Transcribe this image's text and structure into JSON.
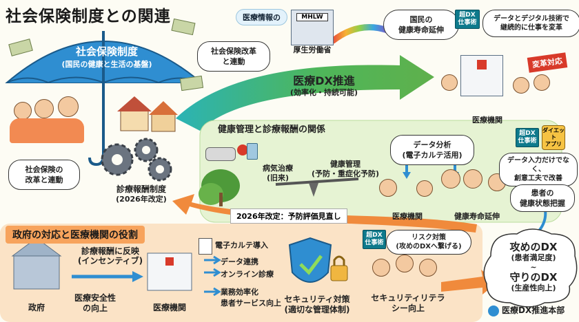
{
  "title": "社会保険制度との関連",
  "umbrella": {
    "title": "社会保険制度",
    "subtitle": "(国民の健康と生活の基盤)"
  },
  "cloud_reform_top": [
    "社会保険改革",
    "と連動"
  ],
  "cloud_reform_left": [
    "社会保険の",
    "改革と連動"
  ],
  "gears": {
    "title": "診療報酬制度",
    "subtitle": "(2026年改定)"
  },
  "mhlw": {
    "badge_label": "医療情報の",
    "sign": "MHLW",
    "name": "厚生労働省"
  },
  "health_top": [
    "国民の",
    "健康寿命延伸"
  ],
  "book_top": {
    "cover": [
      "超DX",
      "仕事術"
    ],
    "note": [
      "データとデジタル技術で",
      "継続的に仕事を変革"
    ]
  },
  "flag": "変革対応",
  "hospital_top": "医療機関",
  "big_arrow": {
    "title": "医療DX推進",
    "subtitle": "(効率化・持続可能)"
  },
  "middle": {
    "header": "健康管理と診療報酬の関係",
    "illness": [
      "病気治療",
      "(旧来)"
    ],
    "health_mgmt": [
      "健康管理",
      "(予防・重症化予防)"
    ],
    "revision": "2026年改定：予防評価見直し",
    "analysis": [
      "データ分析",
      "(電子カルテ活用)"
    ],
    "hospital": "医療機関",
    "longevity": "健康寿命延伸"
  },
  "book_right": {
    "cover": [
      "超DX",
      "仕事術"
    ],
    "app": [
      "ダイエット",
      "アプリ"
    ],
    "note": [
      "データ入力だけでなく、",
      "創意工夫で改善"
    ]
  },
  "patient_note": [
    "患者の",
    "健康状態把握"
  ],
  "bottom": {
    "header": "政府の対応と医療機関の役割",
    "incentive": [
      "診療報酬に反映",
      "(インセンティブ)"
    ],
    "government": "政府",
    "safety": [
      "医療安全性",
      "の向上"
    ],
    "hospital": "医療機関",
    "items": [
      "電子カルテ導入",
      "データ連携",
      "オンライン診療",
      "業務効率化",
      "患者サービス向上"
    ],
    "security": [
      "セキュリティ対策",
      "(適切な管理体制)"
    ],
    "risk": [
      "リスク対策",
      "(攻めのDXへ繋げる)"
    ],
    "literacy": [
      "セキュリティリテラ",
      "シー向上"
    ],
    "book_cover": [
      "超DX",
      "仕事術"
    ]
  },
  "dx_cloud": {
    "attack": "攻めのDX",
    "attack_sub": "(患者満足度)",
    "tilde": "~",
    "defense": "守りのDX",
    "defense_sub": "(生産性向上)"
  },
  "hq": "医療DX推進本部",
  "colors": {
    "umbrella": "#2f8ed1",
    "green_arrow": "#5fb04c",
    "teal_arrow": "#2bb3b5",
    "bottom_band": "#fbe3c6",
    "mid_band": "#e6f3d3",
    "accent_red": "#d83a2a",
    "orange_arrow": "#f08a3c"
  }
}
